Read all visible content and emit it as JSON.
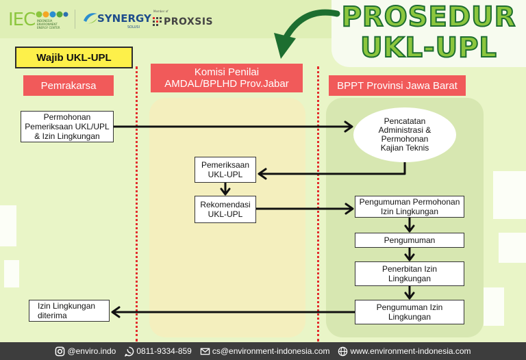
{
  "logos": {
    "iec_text": "IEC",
    "iec_sub_line1": "INDONESIA",
    "iec_sub_line2": "ENVIRONMENT",
    "iec_sub_line3": "ENERGY CENTER",
    "synergy_text": "SYNERGY",
    "synergy_sub": "SOLUSI",
    "member_of": "Member of",
    "proxsis_text": "PROXSIS"
  },
  "title": {
    "line1": "PROSEDUR",
    "line2": "UKL-UPL"
  },
  "header": "Wajib UKL-UPL",
  "columns": {
    "pemrakarsa": "Pemrakarsa",
    "komisi": "Komisi Penilai\nAMDAL/BPLHD Prov.Jabar",
    "bppt": "BPPT Provinsi Jawa Barat"
  },
  "steps": {
    "permohonan": "Permohonan\nPemeriksaan UKL/UPL\n& Izin Lingkungan",
    "pencatatan": "Pencatatan\nAdministrasi &\nPermohonan\nKajian Teknis",
    "pemeriksaan": "Pemeriksaan\nUKL-UPL",
    "rekomendasi": "Rekomendasi\nUKL-UPL",
    "pengumuman_permohonan": "Pengumuman Permohonan\nIzin Lingkungan",
    "pengumuman": "Pengumuman",
    "penerbitan": "Penerbitan Izin\nLingkungan",
    "pengumuman_izin": "Pengumuman Izin\nLingkungan",
    "izin_diterima": "Izin Lingkungan\nditerima"
  },
  "footer": {
    "instagram": "@enviro.indo",
    "whatsapp": "0811-9334-859",
    "email": "cs@environment-indonesia.com",
    "website": "www.environment-indonesia.com"
  },
  "colors": {
    "background": "#dfefb6",
    "title_fill": "#8cc63e",
    "title_outline": "#1d6e30",
    "header_yellow": "#fdf04a",
    "column_header_red": "#f15a5a",
    "divider_red": "#e32b2b",
    "lane_middle": "#f4efbe",
    "lane_right": "#d7e7b1",
    "footer": "#3d3d3d"
  },
  "icons": [
    "instagram-icon",
    "whatsapp-icon",
    "email-icon",
    "globe-icon",
    "curved-arrow-icon"
  ]
}
